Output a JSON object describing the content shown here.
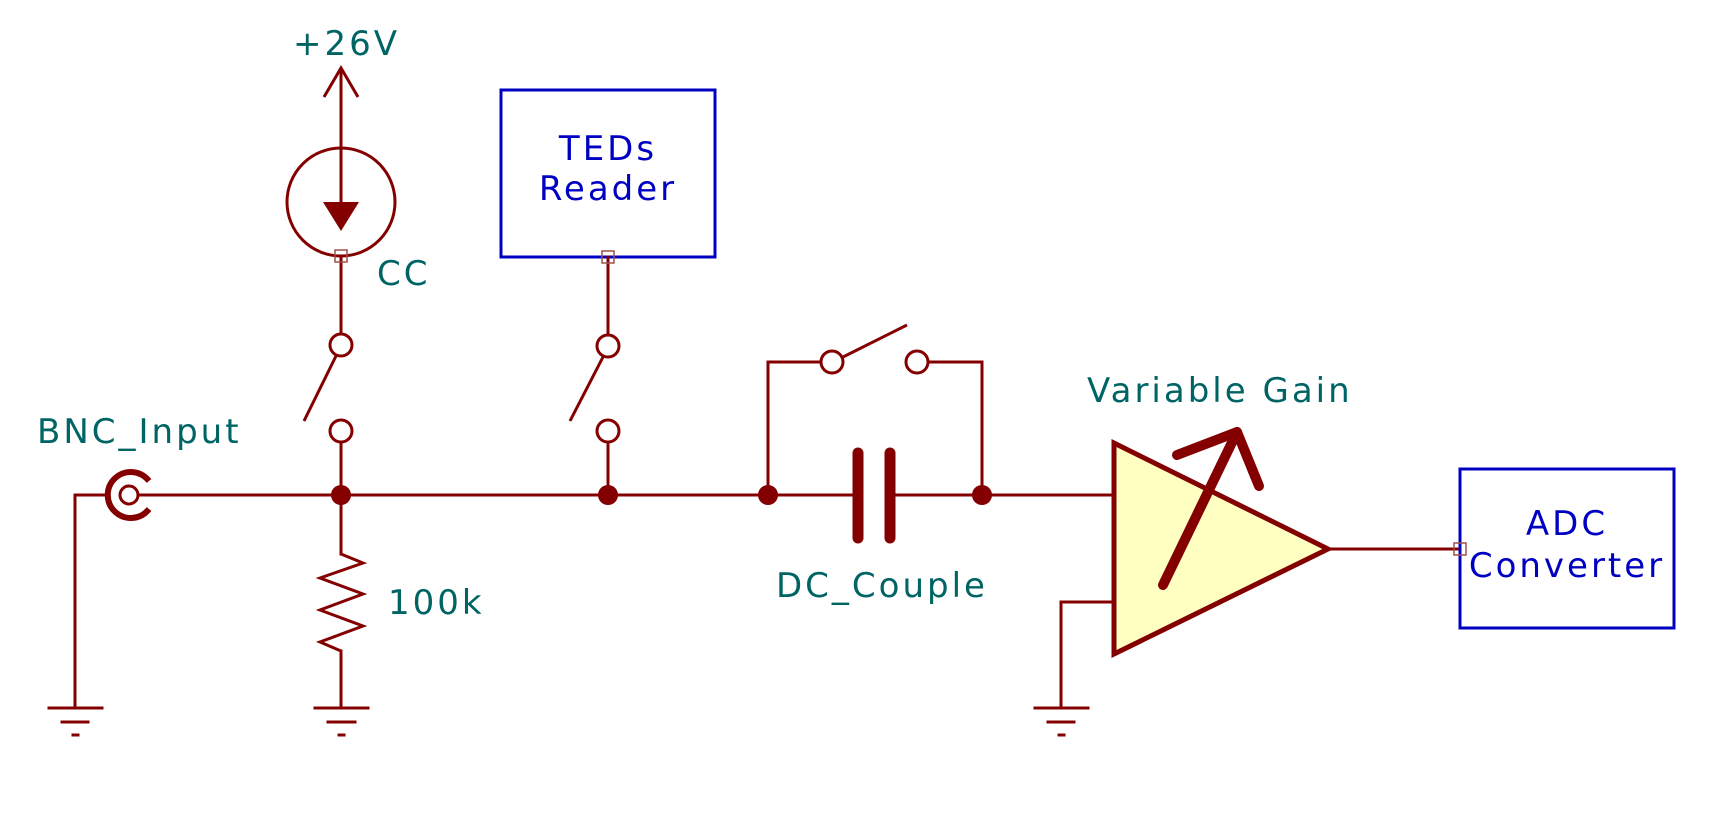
{
  "diagram": {
    "type": "schematic",
    "title": "",
    "colors": {
      "wire": "#840000",
      "label": "#006464",
      "block": "#0000c2",
      "amplifier_fill": "#ffffc2",
      "background": "#ffffff"
    },
    "components": {
      "power": {
        "label": "+26V"
      },
      "current_source": {
        "label": "CC"
      },
      "bnc": {
        "label": "BNC_Input"
      },
      "resistor": {
        "label": "100k"
      },
      "teds_block": {
        "line1": "TEDs",
        "line2": "Reader"
      },
      "capacitor": {
        "label": "DC_Couple"
      },
      "amplifier": {
        "label": "Variable Gain"
      },
      "adc_block": {
        "line1": "ADC",
        "line2": "Converter"
      }
    },
    "switches": [
      {
        "name": "current-source-switch",
        "state": "open"
      },
      {
        "name": "teds-switch",
        "state": "open"
      },
      {
        "name": "dc-couple-bypass-switch",
        "state": "open"
      }
    ],
    "connections": [
      [
        "+26V",
        "CC"
      ],
      [
        "CC",
        "current-source-switch"
      ],
      [
        "current-source-switch",
        "main-node"
      ],
      [
        "BNC_Input",
        "main-node"
      ],
      [
        "main-node",
        "100k"
      ],
      [
        "100k",
        "GND"
      ],
      [
        "BNC_Input shield",
        "GND"
      ],
      [
        "TEDs Reader",
        "teds-switch"
      ],
      [
        "teds-switch",
        "main-node"
      ],
      [
        "main-node",
        "DC_Couple"
      ],
      [
        "DC_Couple",
        "Variable Gain +in"
      ],
      [
        "dc-couple-bypass-switch",
        "DC_Couple (parallel)"
      ],
      [
        "Variable Gain -in",
        "GND"
      ],
      [
        "Variable Gain out",
        "ADC Converter"
      ]
    ]
  }
}
